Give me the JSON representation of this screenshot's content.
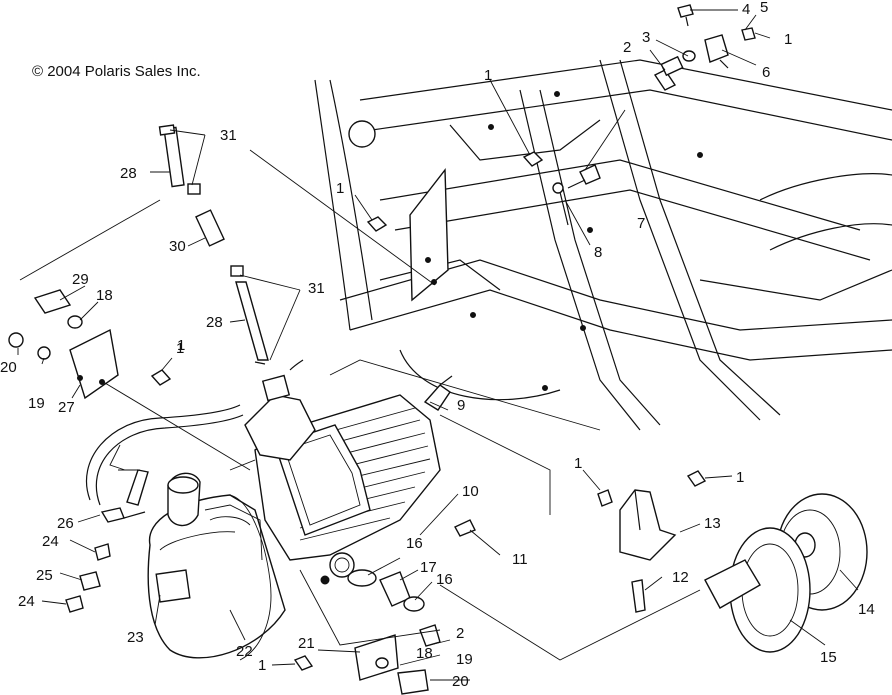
{
  "copyright": "© 2004 Polaris Sales Inc.",
  "callouts": [
    "1",
    "2",
    "3",
    "4",
    "5",
    "1",
    "6",
    "1",
    "7",
    "8",
    "1",
    "31",
    "28",
    "30",
    "31",
    "28",
    "29",
    "18",
    "20",
    "19",
    "1",
    "27",
    "9",
    "10",
    "11",
    "16",
    "17",
    "16",
    "1",
    "13",
    "1",
    "12",
    "14",
    "15",
    "2",
    "18",
    "19",
    "20",
    "21",
    "1",
    "26",
    "24",
    "25",
    "24",
    "23",
    "22"
  ]
}
